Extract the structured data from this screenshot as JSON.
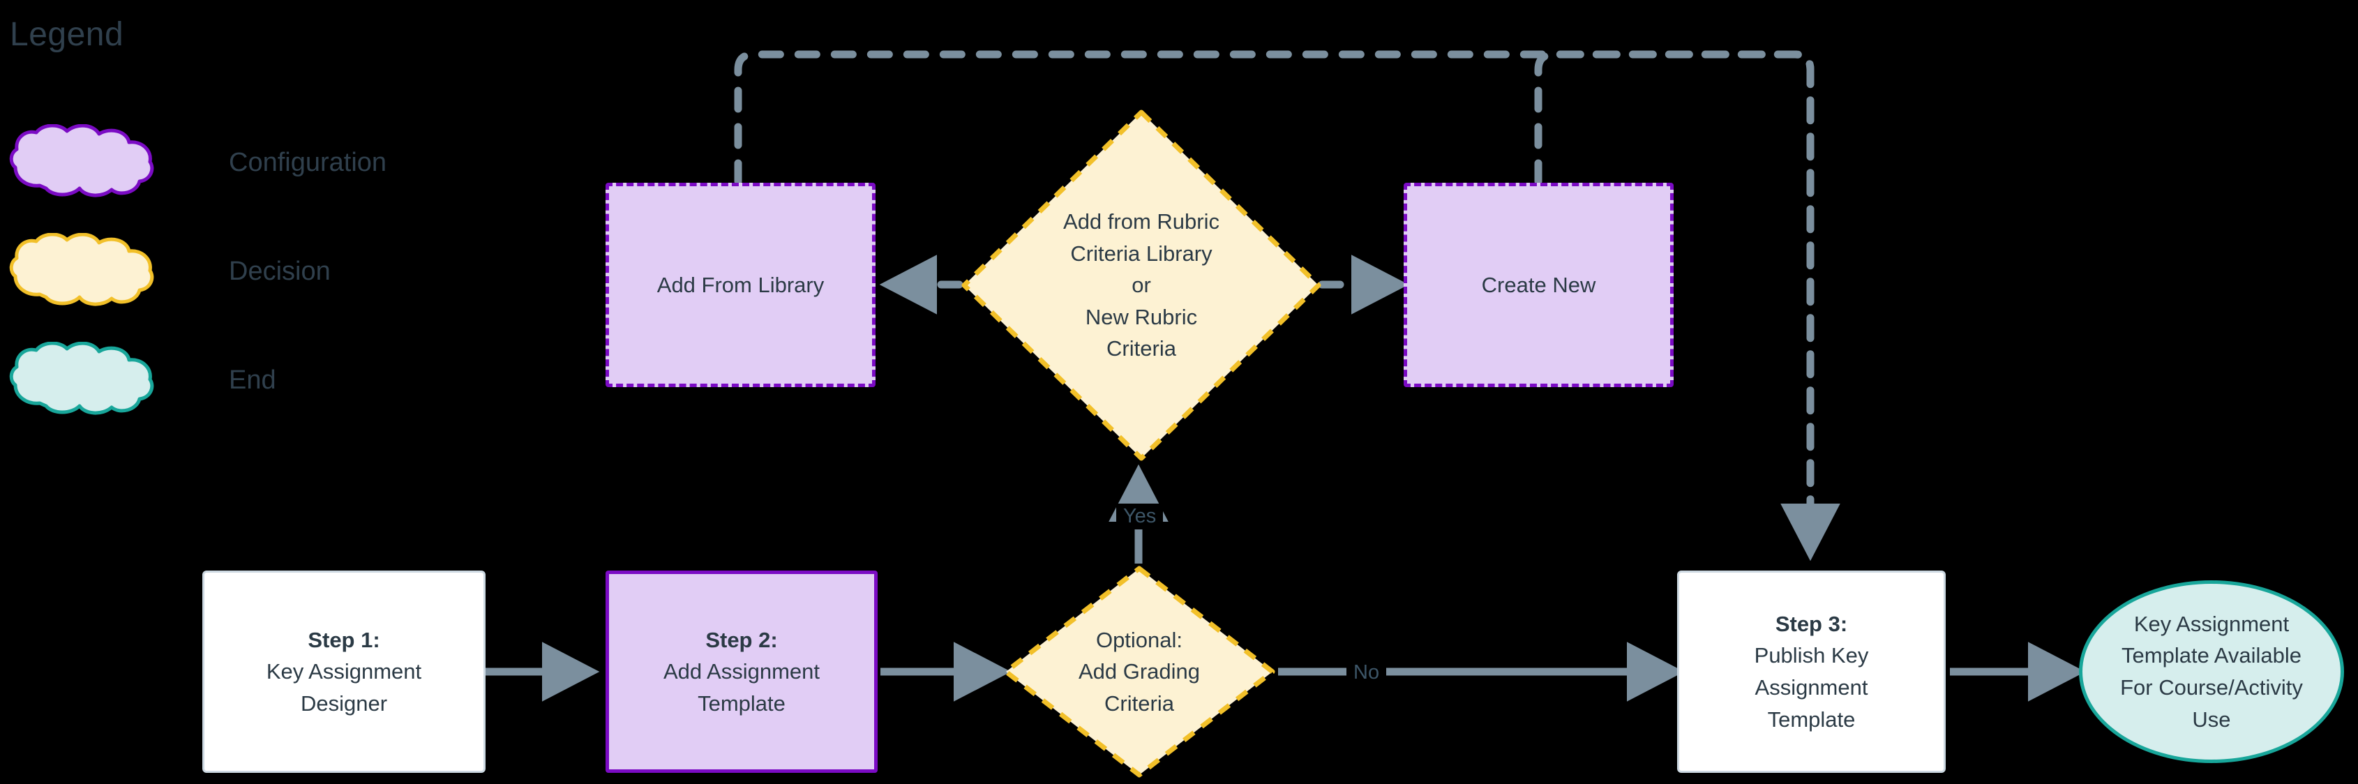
{
  "legend": {
    "title": "Legend",
    "items": [
      {
        "label": "Configuration",
        "fill": "#e1cdf5",
        "stroke": "#7b0bc4",
        "shape": "cloud"
      },
      {
        "label": "Decision",
        "fill": "#fdf2d3",
        "stroke": "#f2c029",
        "shape": "cloud"
      },
      {
        "label": "End",
        "fill": "#d6eeed",
        "stroke": "#18a69a",
        "shape": "cloud"
      }
    ]
  },
  "colors": {
    "background": "#000000",
    "text": "#2b3a45",
    "connector": "#7b8f9e",
    "config_fill": "#e1cdf5",
    "config_stroke": "#7b0bc4",
    "decision_fill": "#fdf2d3",
    "decision_stroke": "#f2c029",
    "end_fill": "#d6eeed",
    "end_stroke": "#18a69a",
    "plain_fill": "#ffffff",
    "plain_stroke": "#cdd9e2"
  },
  "nodes": {
    "add_from_library": {
      "lines": [
        "Add From Library"
      ],
      "type": "configuration",
      "border": "dashed"
    },
    "rubric_decision": {
      "lines": [
        "Add from Rubric",
        "Criteria Library",
        "or",
        "New Rubric",
        "Criteria"
      ],
      "type": "decision"
    },
    "create_new": {
      "lines": [
        "Create New"
      ],
      "type": "configuration",
      "border": "dashed"
    },
    "step1": {
      "lines": [
        "Step 1:",
        "Key Assignment",
        "Designer"
      ],
      "type": "process",
      "bold_first": true
    },
    "step2": {
      "lines": [
        "Step 2:",
        "Add Assignment",
        "Template"
      ],
      "type": "configuration",
      "border": "solid",
      "bold_first": true
    },
    "grading_decision": {
      "lines": [
        "Optional:",
        "Add Grading",
        "Criteria"
      ],
      "type": "decision"
    },
    "step3": {
      "lines": [
        "Step 3:",
        "Publish Key",
        "Assignment",
        "Template"
      ],
      "type": "process",
      "bold_first": true
    },
    "end_node": {
      "lines": [
        "Key Assignment",
        "Template Available",
        "For Course/Activity",
        "Use"
      ],
      "type": "end"
    }
  },
  "edges": {
    "yes_label": "Yes",
    "no_label": "No"
  }
}
